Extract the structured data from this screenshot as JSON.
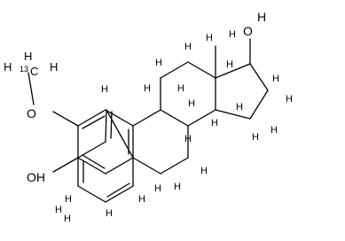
{
  "molecule": {
    "labels": {
      "methyl_carbon": "C",
      "isotope_mass": "13",
      "oxygen_methoxy": "O",
      "hydroxyl_3": "OH",
      "hydroxyl_17_o": "O",
      "hydroxyl_17_h": "H",
      "hydrogen": "H"
    }
  }
}
